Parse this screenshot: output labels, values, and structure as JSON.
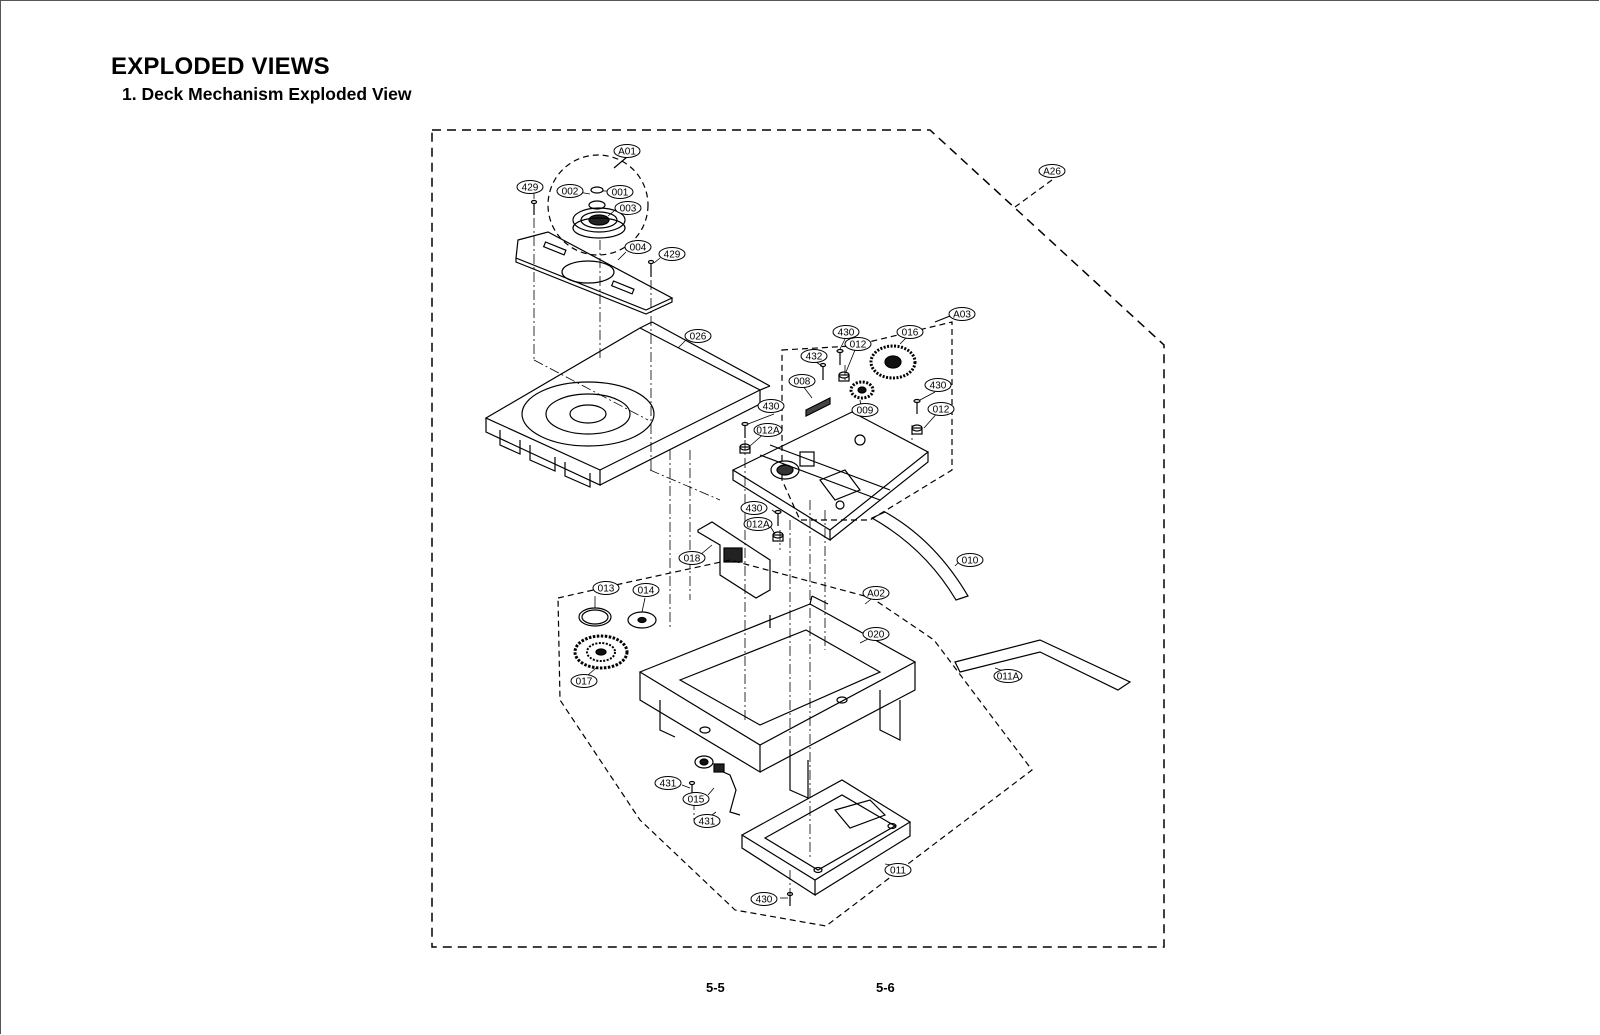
{
  "header": {
    "title": "EXPLODED VIEWS",
    "subtitle": "1. Deck Mechanism Exploded View"
  },
  "footer": {
    "page_left": "5-5",
    "page_right": "5-6"
  },
  "parts": {
    "A01": "A01",
    "A02": "A02",
    "A03": "A03",
    "A26": "A26",
    "p001": "001",
    "p002": "002",
    "p003": "003",
    "p004": "004",
    "p008": "008",
    "p009": "009",
    "p010": "010",
    "p011": "011",
    "p011A": "011A",
    "p012a": "012",
    "p012b": "012",
    "p012A_a": "012A",
    "p012A_b": "012A",
    "p013": "013",
    "p014": "014",
    "p015": "015",
    "p016": "016",
    "p017": "017",
    "p018": "018",
    "p020": "020",
    "p026": "026",
    "p429a": "429",
    "p429b": "429",
    "p430a": "430",
    "p430b": "430",
    "p430c": "430",
    "p430d": "430",
    "p430e": "430",
    "p431a": "431",
    "p431b": "431",
    "p432": "432"
  }
}
